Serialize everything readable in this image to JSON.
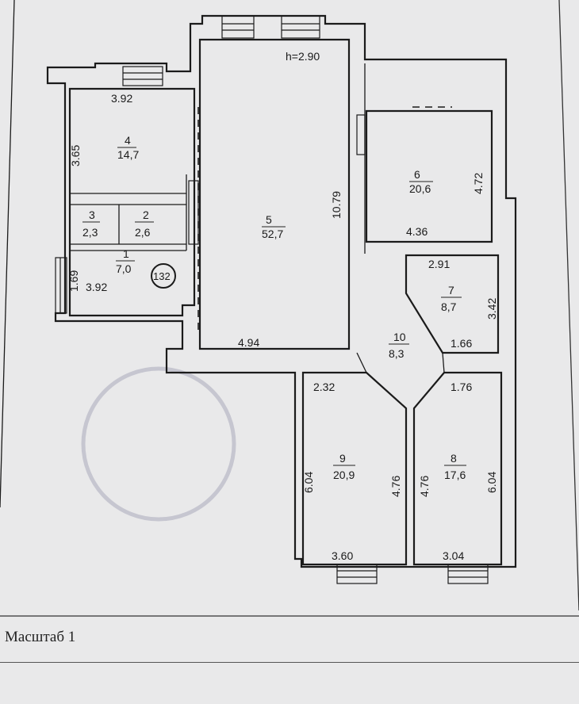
{
  "height_note": "h=2.90",
  "rooms": [
    {
      "number": "1",
      "area": "7,0"
    },
    {
      "number": "2",
      "area": "2,6"
    },
    {
      "number": "3",
      "area": "2,3"
    },
    {
      "number": "4",
      "area": "14,7"
    },
    {
      "number": "5",
      "area": "52,7"
    },
    {
      "number": "6",
      "area": "20,6"
    },
    {
      "number": "7",
      "area": "8,7"
    },
    {
      "number": "8",
      "area": "17,6"
    },
    {
      "number": "9",
      "area": "20,9"
    },
    {
      "number": "10",
      "area": "8,3"
    }
  ],
  "apartment_number": "132",
  "dimensions": {
    "d_3_92_top": "3.92",
    "d_3_65": "3.65",
    "d_1_69": "1.69",
    "d_3_92_bottom": "3.92",
    "d_10_79": "10.79",
    "d_4_94": "4.94",
    "d_4_72": "4.72",
    "d_4_36": "4.36",
    "d_2_91": "2.91",
    "d_3_42": "3.42",
    "d_1_66": "1.66",
    "d_2_32": "2.32",
    "d_1_76": "1.76",
    "d_6_04_left": "6.04",
    "d_4_76_a": "4.76",
    "d_4_76_b": "4.76",
    "d_6_04_right": "6.04",
    "d_3_60": "3.60",
    "d_3_04": "3.04"
  },
  "scale_caption": "Масштаб 1"
}
